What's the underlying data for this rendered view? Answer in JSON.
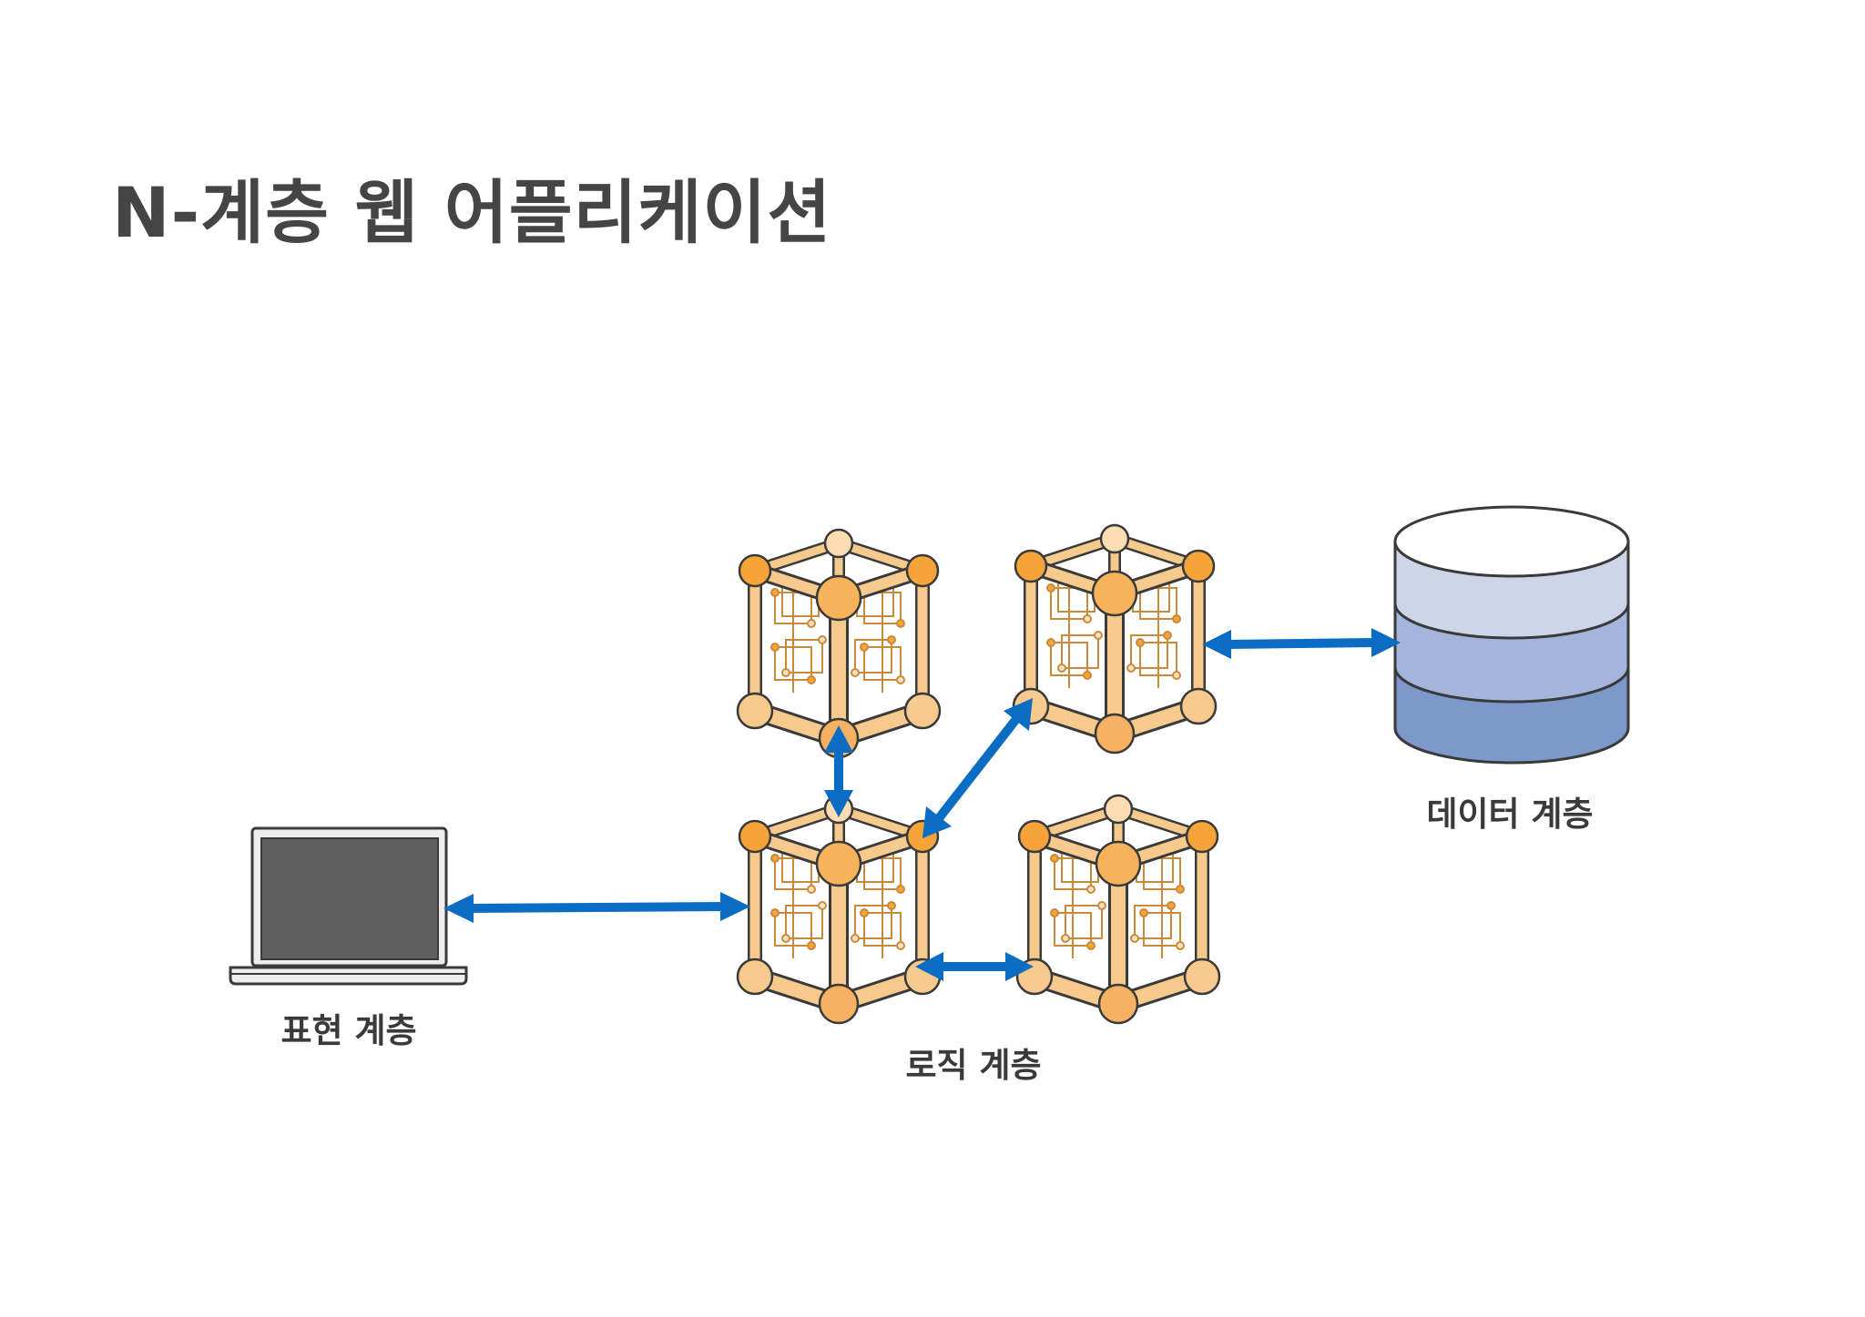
{
  "title": "N-계층 웹 어플리케이션",
  "tiers": {
    "presentation": "표현 계층",
    "logic": "로직 계층",
    "data": "데이터 계층"
  },
  "colors": {
    "arrow": "#0a6cc2",
    "cube_frame": "#f6c98d",
    "cube_node_accent": "#f6a43a",
    "cube_outline": "#3a3a3a",
    "db_top": "#ffffff",
    "db_band_1": "#cdd6e9",
    "db_band_2": "#a4b5db",
    "db_band_3": "#7d98cb",
    "laptop_screen": "#5f5f5f",
    "laptop_body": "#eeeeee"
  },
  "icons": {
    "client": "laptop-icon",
    "server": "server-cube-icon",
    "database": "database-icon"
  }
}
